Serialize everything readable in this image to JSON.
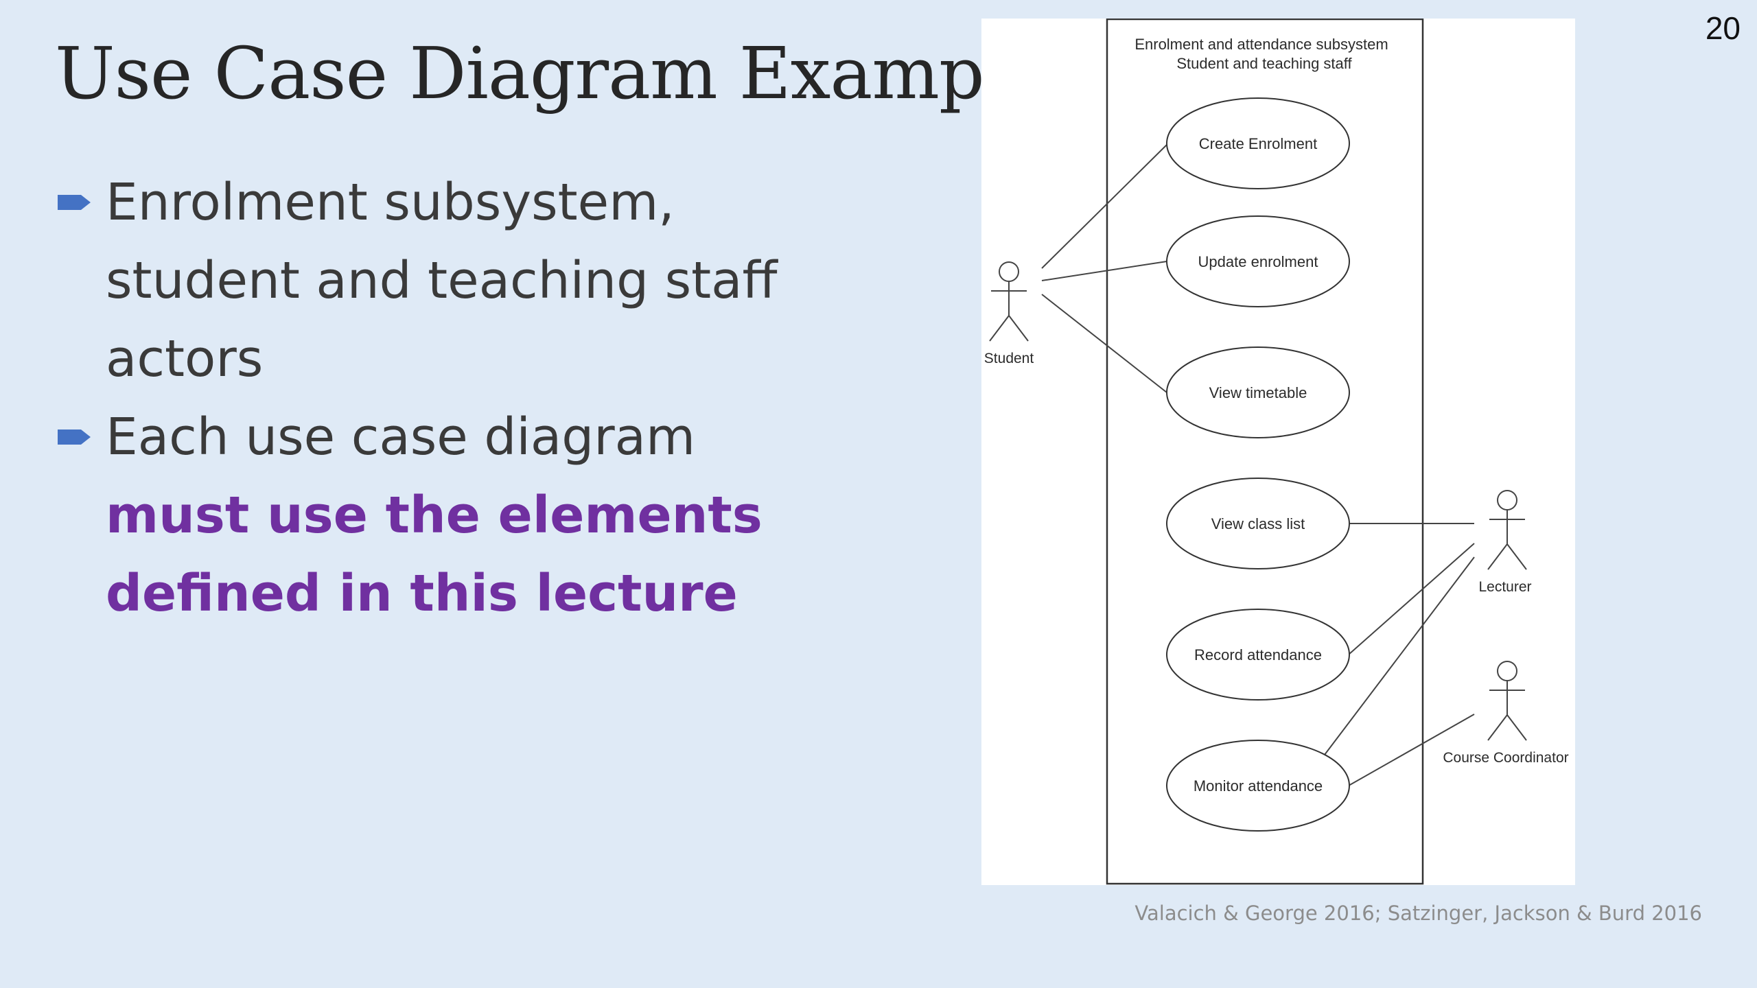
{
  "slide": {
    "title": "Use Case Diagram Example",
    "number": "20",
    "citation": "Valacich & George 2016; Satzinger, Jackson & Burd 2016"
  },
  "bullets": [
    {
      "lines": [
        "Enrolment subsystem,",
        "student and teaching staff",
        "actors"
      ]
    },
    {
      "plain": "Each use case diagram",
      "emphasis_lines": [
        "must use the elements",
        "defined in this lecture"
      ]
    }
  ],
  "colors": {
    "background": "#dfeaf6",
    "bullet_marker": "#4472c4",
    "emphasis": "#7030a0",
    "title": "#262626",
    "body_text": "#3a3a3a"
  },
  "bullet_icon": "arrow-bullet-icon",
  "diagram": {
    "boundary_title_line1": "Enrolment and attendance subsystem",
    "boundary_title_line2": "Student and teaching staff",
    "actors": {
      "student": "Student",
      "lecturer": "Lecturer",
      "coordinator": "Course Coordinator"
    },
    "use_cases": {
      "create_enrolment": "Create Enrolment",
      "update_enrolment": "Update enrolment",
      "view_timetable": "View timetable",
      "view_class_list": "View class list",
      "record_attendance": "Record attendance",
      "monitor_attendance": "Monitor attendance"
    }
  }
}
